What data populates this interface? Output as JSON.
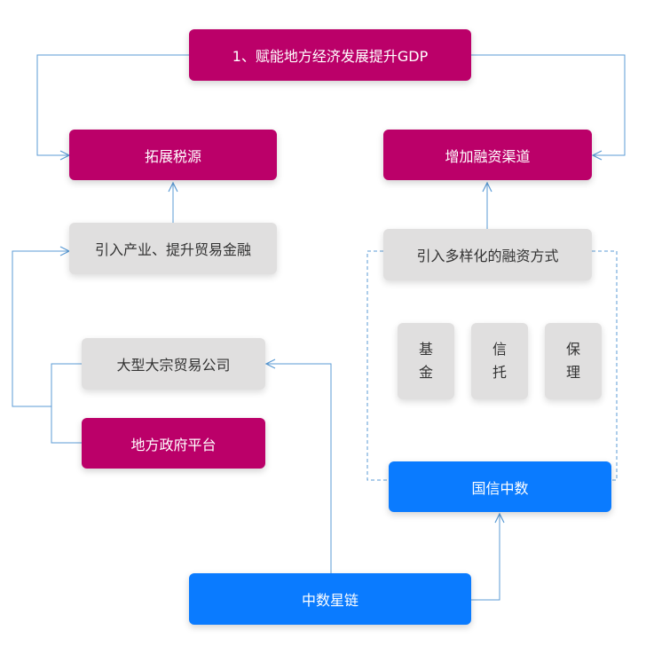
{
  "nodes": {
    "gdp": "1、赋能地方经济发展提升GDP",
    "tax": "拓展税源",
    "channel": "增加融资渠道",
    "industry": "引入产业、提升贸易金融",
    "diversify": "引入多样化的融资方式",
    "fund_1": "基",
    "fund_2": "金",
    "trust_1": "信",
    "trust_2": "托",
    "factoring_1": "保",
    "factoring_2": "理",
    "trading_company": "大型大宗贸易公司",
    "local_gov": "地方政府平台",
    "guoxin": "国信中数",
    "zhongshu": "中数星链"
  },
  "colors": {
    "magenta": "#bb0069",
    "blue": "#0a7bff",
    "gray": "#e0dfdf",
    "line": "#5b9bd5"
  }
}
